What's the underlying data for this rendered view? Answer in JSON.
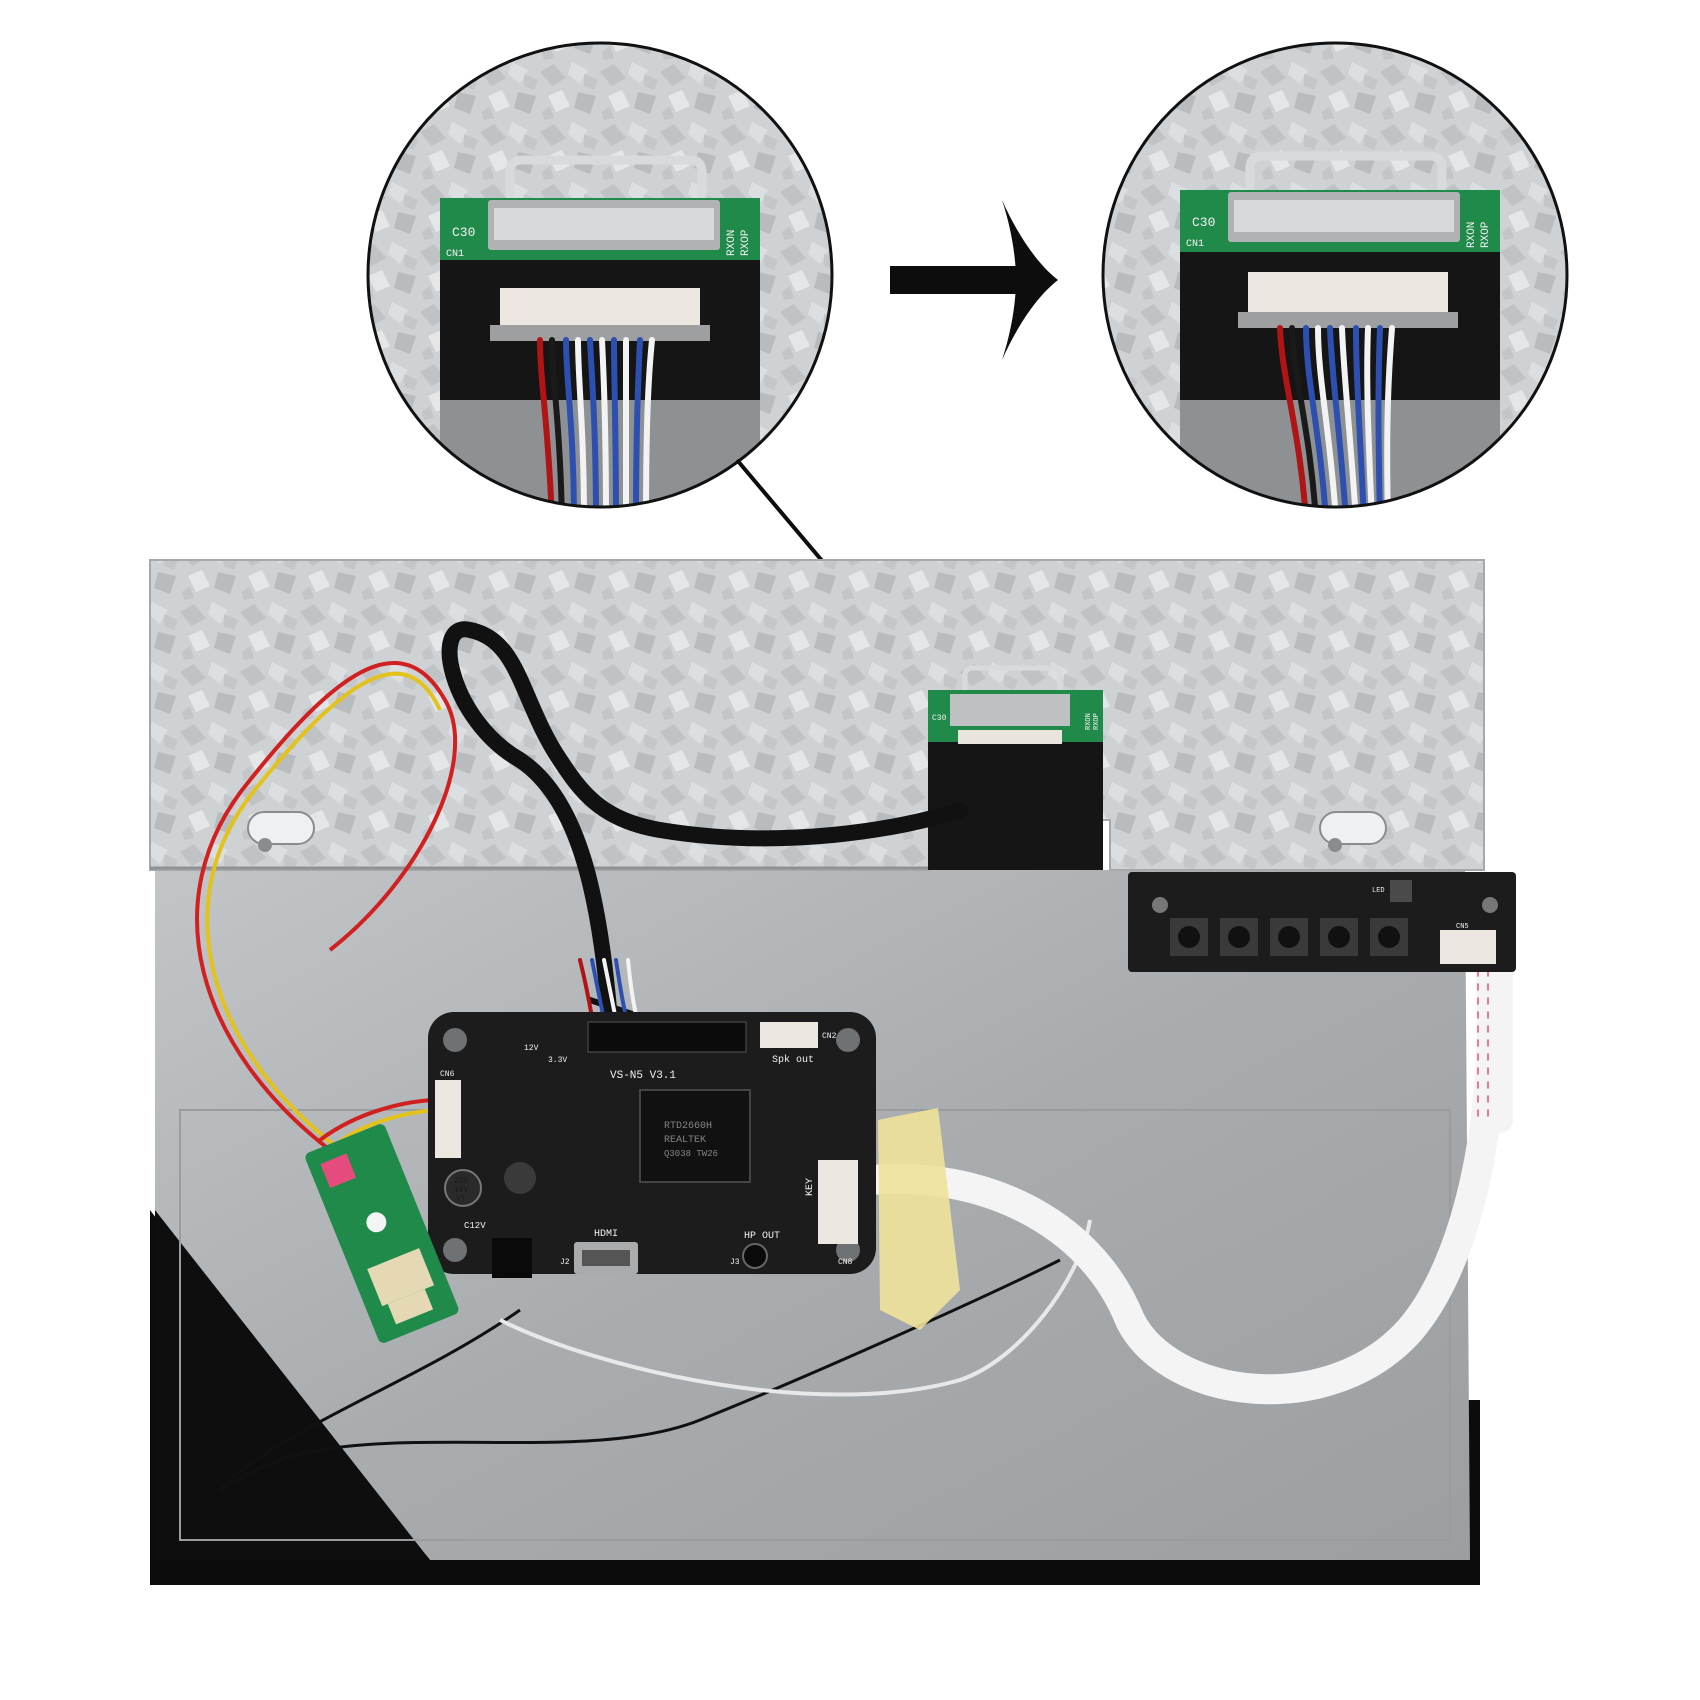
{
  "zoom_before": {
    "labels": {
      "cap": "C30",
      "connector": "CN1",
      "pin_a": "RXON",
      "pin_b": "RXOP"
    }
  },
  "zoom_after": {
    "labels": {
      "cap": "C30",
      "connector": "CN1",
      "pin_a": "RXON",
      "pin_b": "RXOP"
    }
  },
  "panel_tcon": {
    "labels": {
      "cap": "C30",
      "pin_a": "RXON",
      "pin_b": "RXOP"
    }
  },
  "controller_board": {
    "model": "VS-N5 V3.1",
    "chip_lines": [
      "RTD2660H",
      "REALTEK",
      "Q3038 TW26"
    ],
    "silk": {
      "speaker": "Spk out",
      "hdmi": "HDMI",
      "hp_out": "HP OUT",
      "key": "KEY",
      "power": "C12V",
      "cn2": "CN2",
      "cn6": "CN6",
      "cn8": "CN8",
      "j2": "J2",
      "j3": "J3",
      "v33": "3.3V",
      "v12": "12V",
      "cap_top": "220",
      "cap_mid": "16V",
      "cap_bottom": "VT"
    }
  },
  "key_board": {
    "silk": {
      "cn5": "CN5",
      "led": "LED"
    }
  },
  "colors": {
    "metal": "#c9cccf",
    "panel_back": "#b0b3b6",
    "pcb_green": "#1f8a4a",
    "pcb_black": "#1c1c1c",
    "arrow": "#0d0d0d"
  }
}
